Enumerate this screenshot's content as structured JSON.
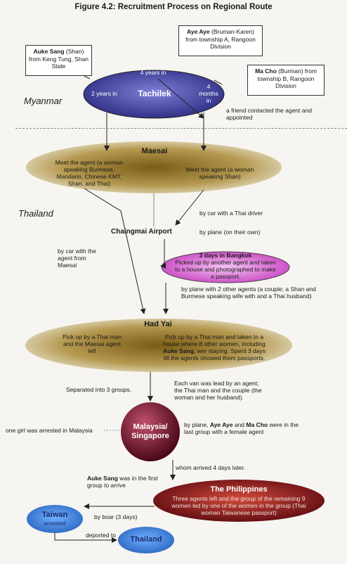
{
  "title": "Figure 4.2: Recruitment Process on Regional Route",
  "regions": {
    "myanmar": "Myanmar",
    "thailand": "Thailand"
  },
  "boxes": {
    "auke": {
      "name": "Auke Sang",
      "detail": "(Shan) from Keng Tung, Shan State"
    },
    "ayeaye": {
      "name": "Aye Aye",
      "detail": "(Bruman-Karen) from township A, Rangoon Division"
    },
    "macho": {
      "name": "Ma Cho",
      "detail": "(Burman) from township B, Rangoon Division"
    }
  },
  "nodes": {
    "tachilek": {
      "label": "Tachilek",
      "left": "2 years in",
      "top": "4 years in",
      "right": "4 months in"
    },
    "maesai": {
      "label": "Maesai",
      "left_text": "Meet the agent (a woman speaking Burmese, Mandarin, Chinese KMT, Shan, and Thai)",
      "right_text": "Meet the agent (a woman speaking Shan)"
    },
    "chiangmai": {
      "label": "Chaingmai Airport"
    },
    "bangkok": {
      "label": "3 days in Bangkok",
      "text": "Picked up by another agent and taken to a house and photographed to make a passport."
    },
    "hadyai": {
      "label": "Had Yai",
      "left_text": "Pick up by a Thai man and the Maesai agent left",
      "right_text_a": "Pick up by a Thai man and taken to a house where 8 other women, including ",
      "right_text_name": "Auke Sang",
      "right_text_b": ", wer staying. Spent 3 days till the agents showed them passports."
    },
    "malaysia": {
      "label": "Malaysia/ Singapore"
    },
    "philippines": {
      "label": "The Philippines",
      "text": "Three agents left and the group of the remaining 9 women led by one of the women in the group (Thai woman Taiwanese passport)"
    },
    "taiwan": {
      "label": "Taiwan",
      "sub": "arrested"
    },
    "thailand": {
      "label": "Thailand"
    }
  },
  "notes": {
    "friend": "a friend contacted the agent and appointed",
    "car_thai": "by car with a Thai driver",
    "plane_own": "by plane (on their own)",
    "car_agent": "by car with the agent from Maesai",
    "plane_agents": "by plane with 2 other agents (a couple; a Shan and Burmese speaking wife with and a Thai husband)",
    "separated": "Separated into 3 groups.",
    "each_van": "Each van was lead by an agent; the Thai man and the couple (the woman and her husband).",
    "arrested": "one girl was arrested in Malaysia",
    "plane_group_a": "by plane, ",
    "plane_name1": "Aye Aye",
    "plane_and": " and ",
    "plane_name2": "Ma Cho",
    "plane_group_b": " were in the last group with a female agent",
    "arrived": "whom arrived 4 days later.",
    "first_name": "Auke Sang",
    "first_group": " was in the first group to arrive",
    "boat": "by boar (3 days)",
    "deported": "deported to"
  },
  "colors": {
    "tachilek": "#3f3f9e",
    "maesai": "#a48a3c",
    "bangkok": "#d65fd0",
    "hadyai": "#a0883a",
    "malaysia": "#7a1430",
    "philippines": "#8a1b1b",
    "taiwan": "#3a7fd2"
  }
}
